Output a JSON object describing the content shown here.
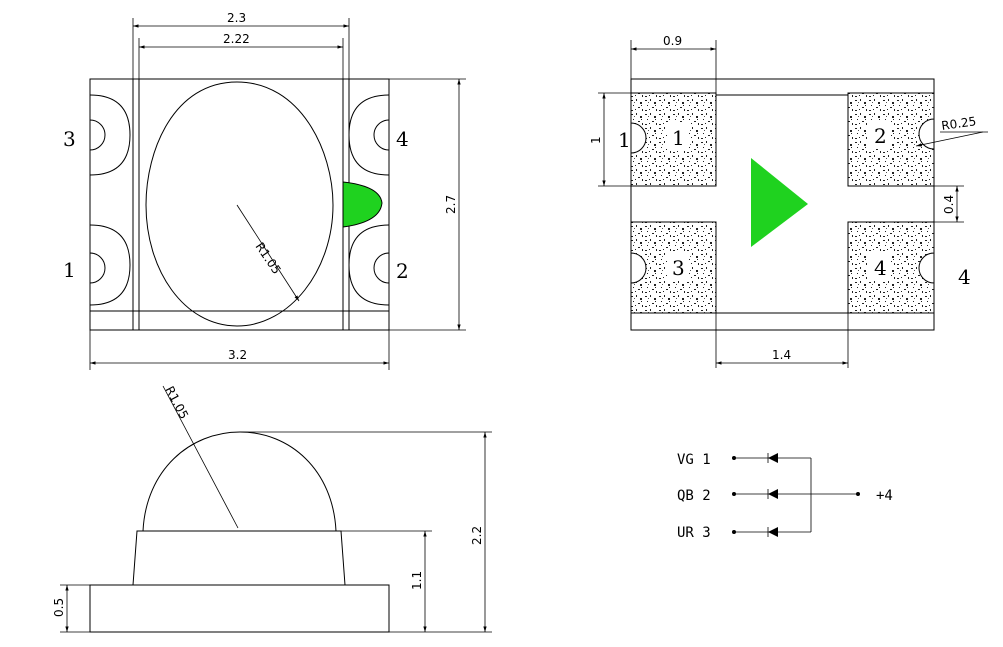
{
  "top_view": {
    "dim_width_outer": "2.3",
    "dim_width_inner": "2.22",
    "dim_height": "2.7",
    "dim_length": "3.2",
    "dim_radius": "R1.05",
    "pins": {
      "top_left": "3",
      "bottom_left": "1",
      "top_right": "4",
      "bottom_right": "2"
    }
  },
  "pad_layout": {
    "dim_pad_width": "0.9",
    "dim_pad_height": "1",
    "dim_gap": "0.4",
    "dim_pitch": "1.4",
    "dim_notch_radius": "R0.25",
    "pad_labels": [
      "1",
      "2",
      "3",
      "4"
    ],
    "notch_label": "1",
    "side_label": "4"
  },
  "side_view": {
    "dim_radius": "R1.05",
    "dim_total_height": "2.2",
    "dim_body_height": "1.1",
    "dim_base_height": "0.5"
  },
  "schematic": {
    "lines": [
      {
        "label": "VG 1"
      },
      {
        "label": "QB 2"
      },
      {
        "label": "UR 3"
      }
    ],
    "common_label": "+4"
  },
  "colors": {
    "led_green": "#1fd21f",
    "line": "#000000"
  }
}
